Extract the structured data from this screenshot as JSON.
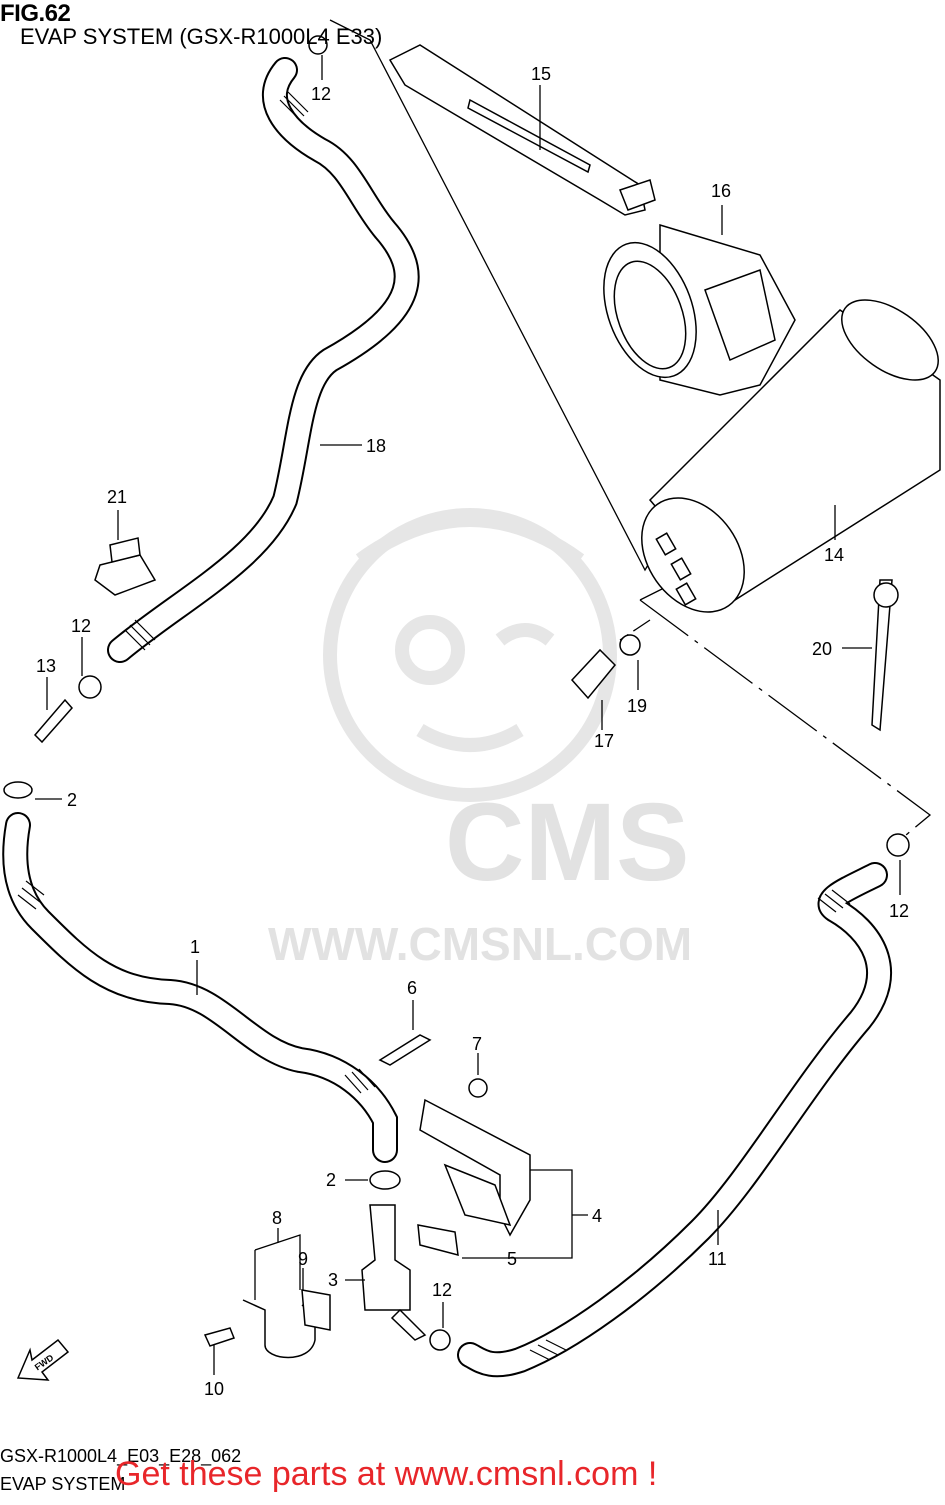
{
  "figure": {
    "title": "FIG.62",
    "subtitle": "EVAP SYSTEM (GSX-R1000L4 E33)",
    "code": "GSX-R1000L4_E03_E28_062",
    "system": "EVAP SYSTEM"
  },
  "watermark": {
    "brand": "CMS",
    "url": "WWW.CMSNL.COM"
  },
  "footer": {
    "cta": "Get these parts at www.cmsnl.com !"
  },
  "direction_arrow": "FWD",
  "callouts": {
    "c1": "1",
    "c2a": "2",
    "c2b": "2",
    "c3": "3",
    "c4": "4",
    "c5": "5",
    "c6": "6",
    "c7": "7",
    "c8": "8",
    "c9": "9",
    "c10": "10",
    "c11": "11",
    "c12a": "12",
    "c12b": "12",
    "c12c": "12",
    "c12d": "12",
    "c13": "13",
    "c14": "14",
    "c15": "15",
    "c16": "16",
    "c17": "17",
    "c18": "18",
    "c19": "19",
    "c20": "20",
    "c21": "21"
  }
}
